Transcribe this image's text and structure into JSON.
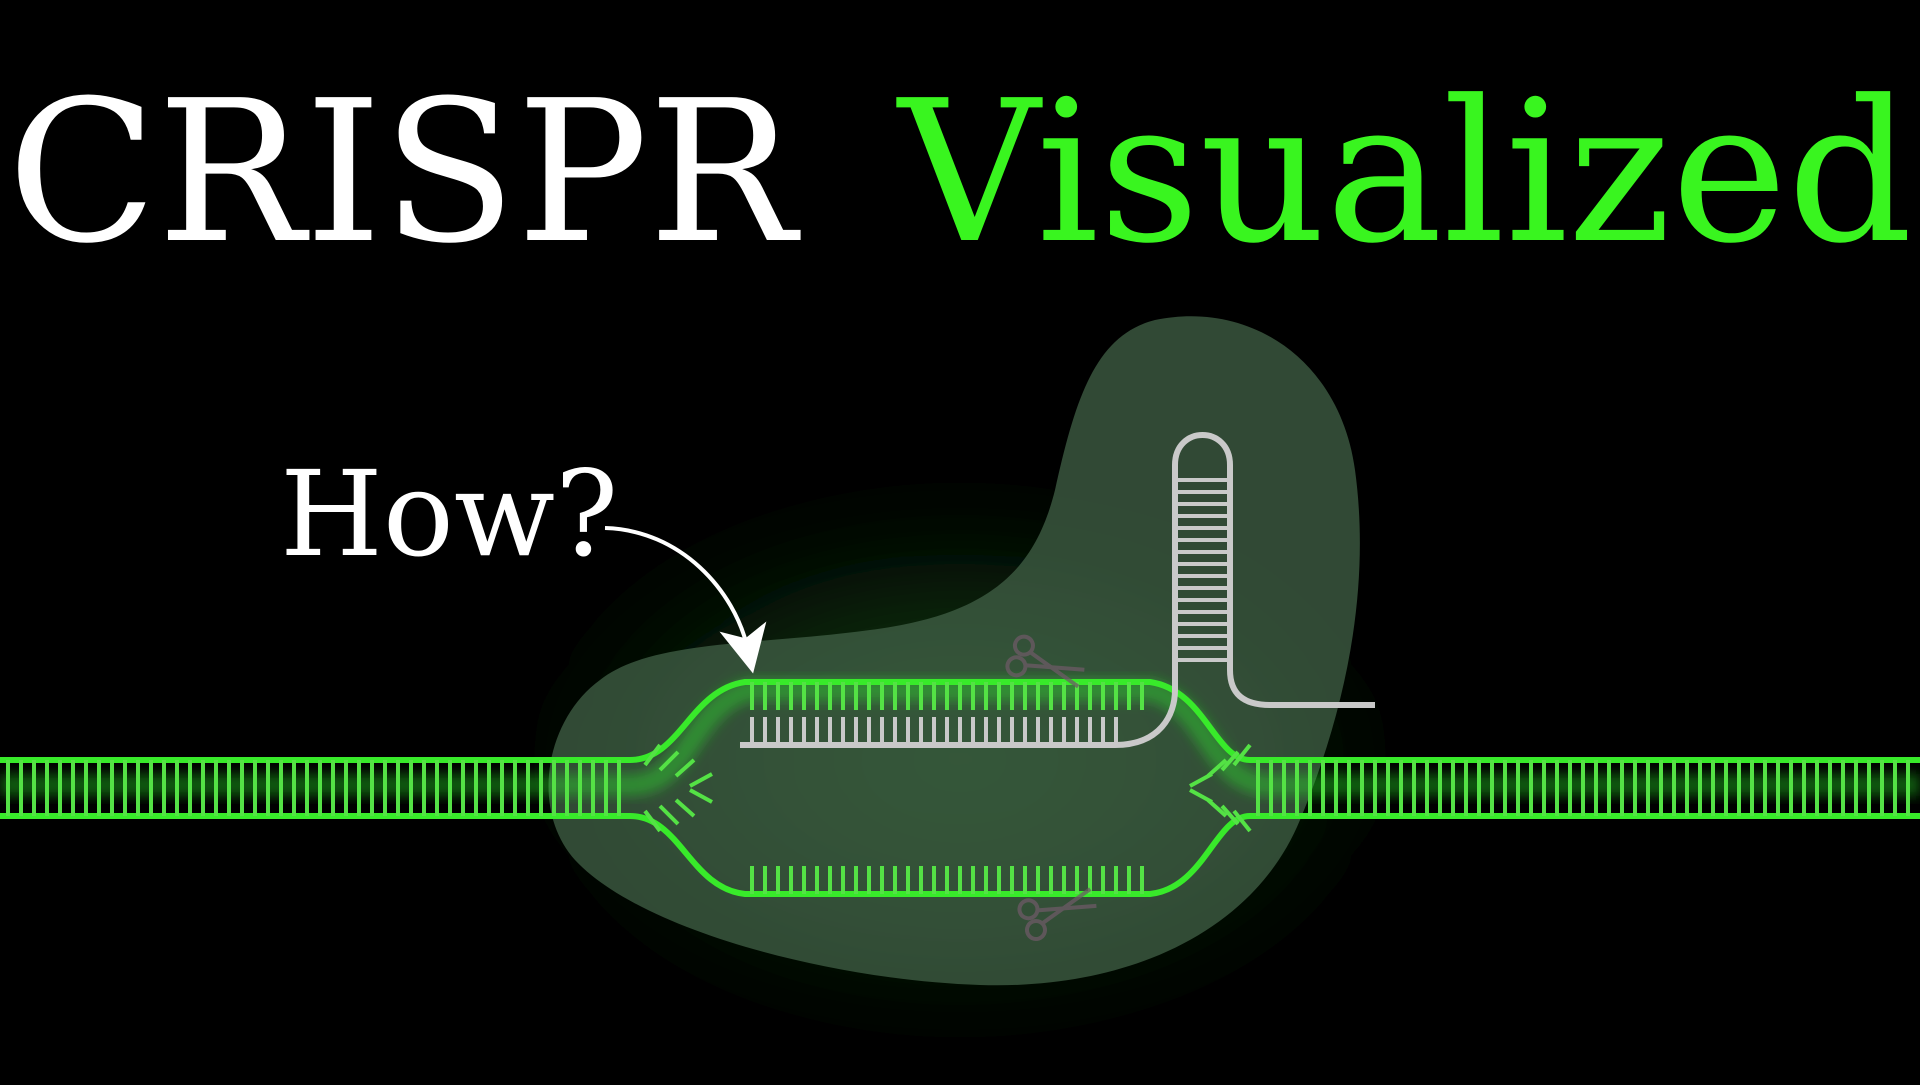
{
  "title": {
    "part1": "CRISPR",
    "part2": "Visualized"
  },
  "annotation": {
    "label": "How?"
  },
  "colors": {
    "background": "#000000",
    "title_primary": "#ffffff",
    "title_accent": "#39f51f",
    "dna_strand": "#38ea2a",
    "dna_rungs": "#54e245",
    "guide_rna": "#c9c9c9",
    "protein_blob": "#3f5e44",
    "scissors": "#5c4a55"
  },
  "icons": {
    "arrow": "curved-arrow-icon",
    "scissors": "scissors-icon"
  }
}
